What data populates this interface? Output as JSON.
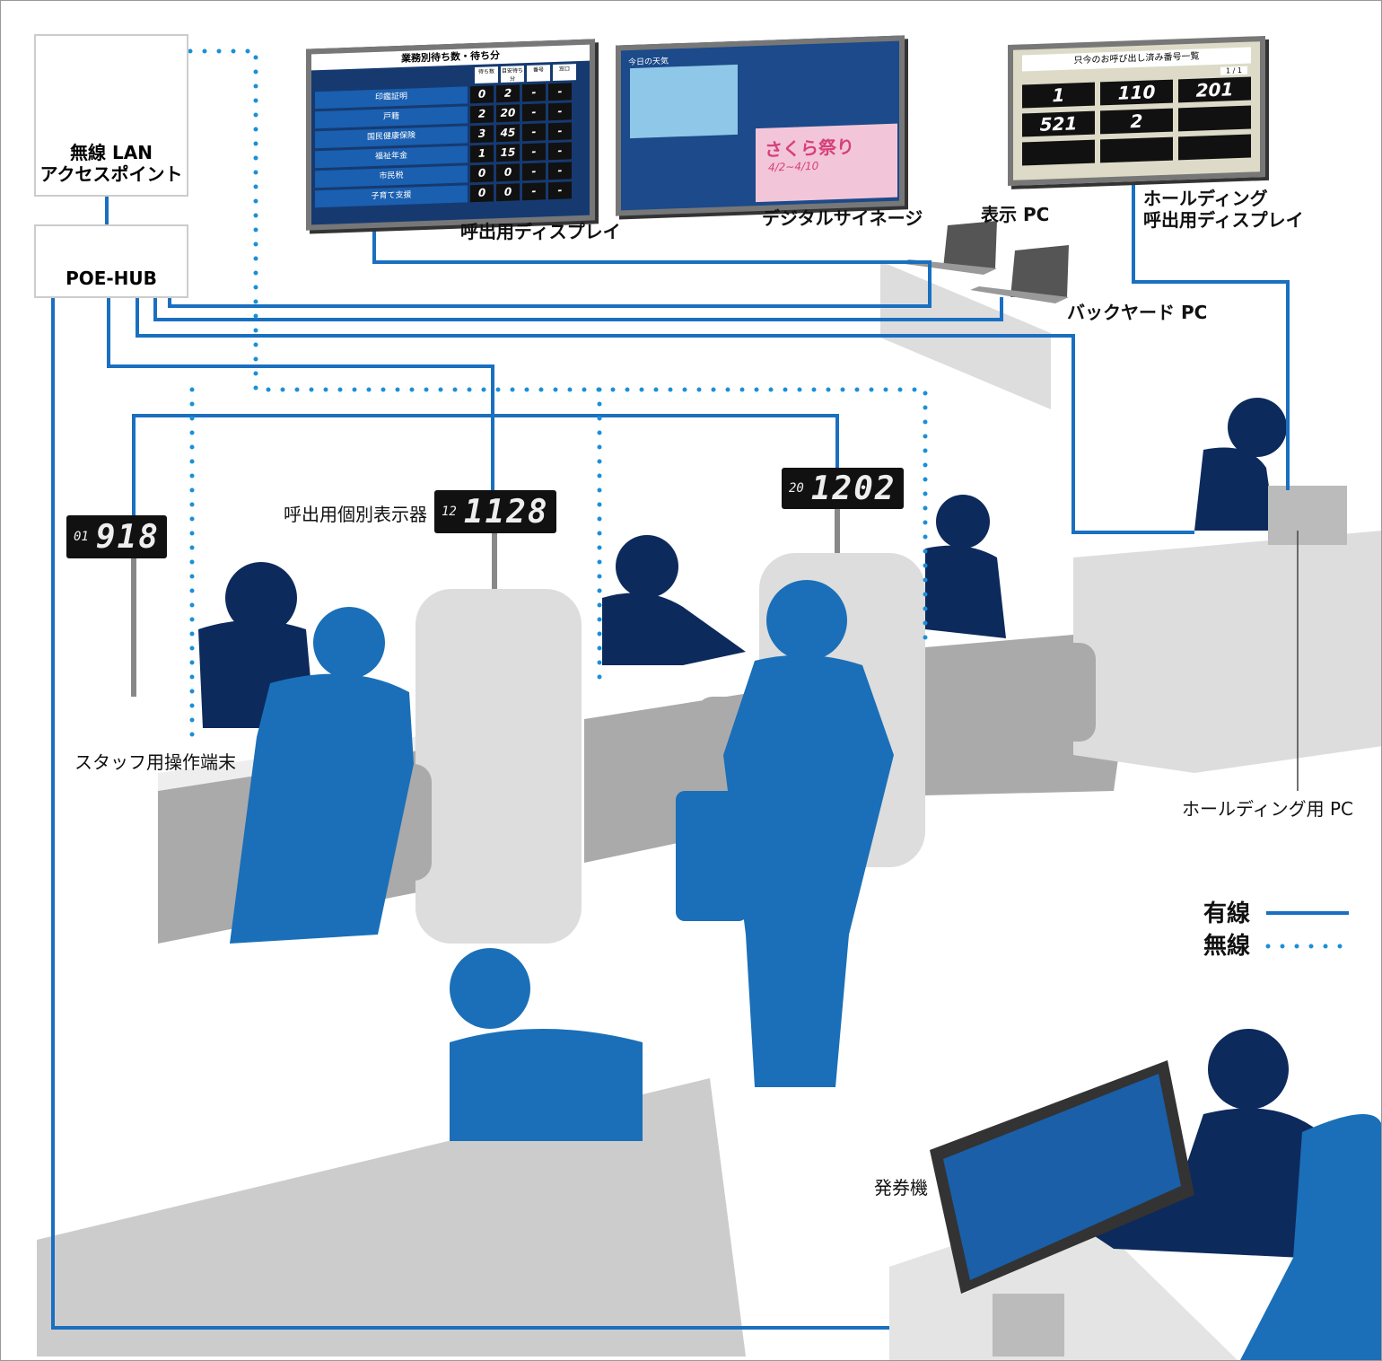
{
  "devices": {
    "ap": "無線 LAN\nアクセスポイント",
    "ap_l1": "無線 LAN",
    "ap_l2": "アクセスポイント",
    "hub": "POE-HUB",
    "call_display": "呼出用ディスプレイ",
    "signage": "デジタルサイネージ",
    "display_pc": "表示 PC",
    "backyard_pc": "バックヤード PC",
    "holding_display_l1": "ホールディング",
    "holding_display_l2": "呼出用ディスプレイ",
    "individual_display": "呼出用個別表示器",
    "staff_terminal": "スタッフ用操作端末",
    "holding_pc": "ホールディング用 PC",
    "ticket_machine": "発券機"
  },
  "legend": {
    "wired": "有線",
    "wireless": "無線"
  },
  "colors": {
    "line": "#1a6fc0",
    "dark_person": "#0d2a5c",
    "blue_person": "#1a6fb8",
    "furniture": "#d8d8d8"
  },
  "call_board": {
    "title": "業務別待ち数・待ち分",
    "headers": [
      "待ち数",
      "目安待ち分",
      "番号",
      "窓口"
    ],
    "rows": [
      {
        "name": "印鑑証明",
        "v": [
          "0",
          "2",
          "-",
          "-"
        ]
      },
      {
        "name": "戸籍",
        "v": [
          "2",
          "20",
          "-",
          "-"
        ]
      },
      {
        "name": "国民健康保険",
        "v": [
          "3",
          "45",
          "-",
          "-"
        ]
      },
      {
        "name": "福祉年金",
        "v": [
          "1",
          "15",
          "-",
          "-"
        ]
      },
      {
        "name": "市民税",
        "v": [
          "0",
          "0",
          "-",
          "-"
        ]
      },
      {
        "name": "子育て支援",
        "v": [
          "0",
          "0",
          "-",
          "-"
        ]
      }
    ]
  },
  "signage_screen": {
    "weather": "今日の天気",
    "event": "さくら祭り",
    "dates": "4/2~4/10"
  },
  "holding_board": {
    "title": "只今のお呼び出し済み番号一覧",
    "page": "1 / 1",
    "numbers": [
      "1",
      "110",
      "201",
      "521",
      "2",
      "",
      "",
      "",
      ""
    ]
  },
  "counters": [
    {
      "window": "01",
      "number": "918"
    },
    {
      "window": "12",
      "number": "1128"
    },
    {
      "window": "20",
      "number": "1202"
    }
  ]
}
